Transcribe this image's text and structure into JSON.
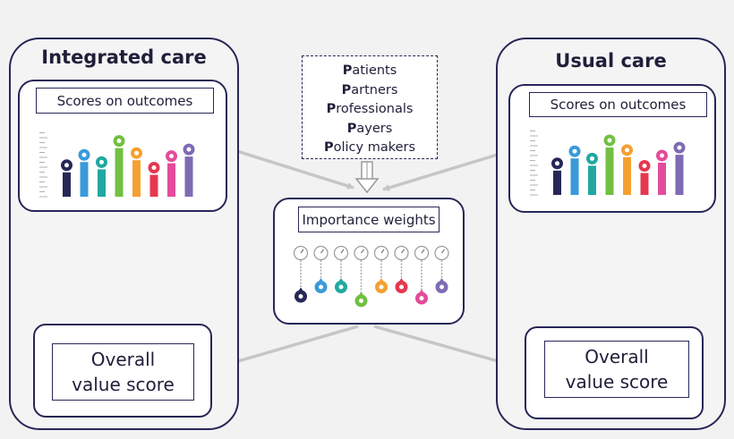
{
  "left": {
    "title": "Integrated care",
    "scores_label": "Scores on outcomes",
    "overall_line1": "Overall",
    "overall_line2": "value score",
    "bars": [
      0.4,
      0.57,
      0.45,
      0.8,
      0.6,
      0.36,
      0.55,
      0.66
    ]
  },
  "right": {
    "title": "Usual care",
    "scores_label": "Scores on outcomes",
    "overall_line1": "Overall",
    "overall_line2": "value score",
    "bars": [
      0.4,
      0.6,
      0.48,
      0.78,
      0.62,
      0.36,
      0.53,
      0.66
    ]
  },
  "stakeholders": [
    {
      "initial": "P",
      "rest": "atients"
    },
    {
      "initial": "P",
      "rest": "artners"
    },
    {
      "initial": "P",
      "rest": "rofessionals"
    },
    {
      "initial": "P",
      "rest": "ayers"
    },
    {
      "initial": "P",
      "rest": "olicy makers"
    }
  ],
  "weights": {
    "label": "Importance weights",
    "drops": [
      0.55,
      0.4,
      0.4,
      0.62,
      0.4,
      0.4,
      0.58,
      0.4
    ]
  },
  "colors": {
    "panel_border": "#272757",
    "arrow": "#c6c6c6",
    "outcome_colors": [
      "#272757",
      "#3a9ad9",
      "#20a8a0",
      "#72c041",
      "#f5a030",
      "#e5384f",
      "#e34c9a",
      "#7e6bb3"
    ]
  },
  "icons": [
    "walking-person-icon",
    "speech-bubble-icon",
    "people-group-icon",
    "smiley-face-icon",
    "wifi-symbol-icon",
    "person-cross-icon",
    "recycle-icon",
    "euro-icon"
  ]
}
